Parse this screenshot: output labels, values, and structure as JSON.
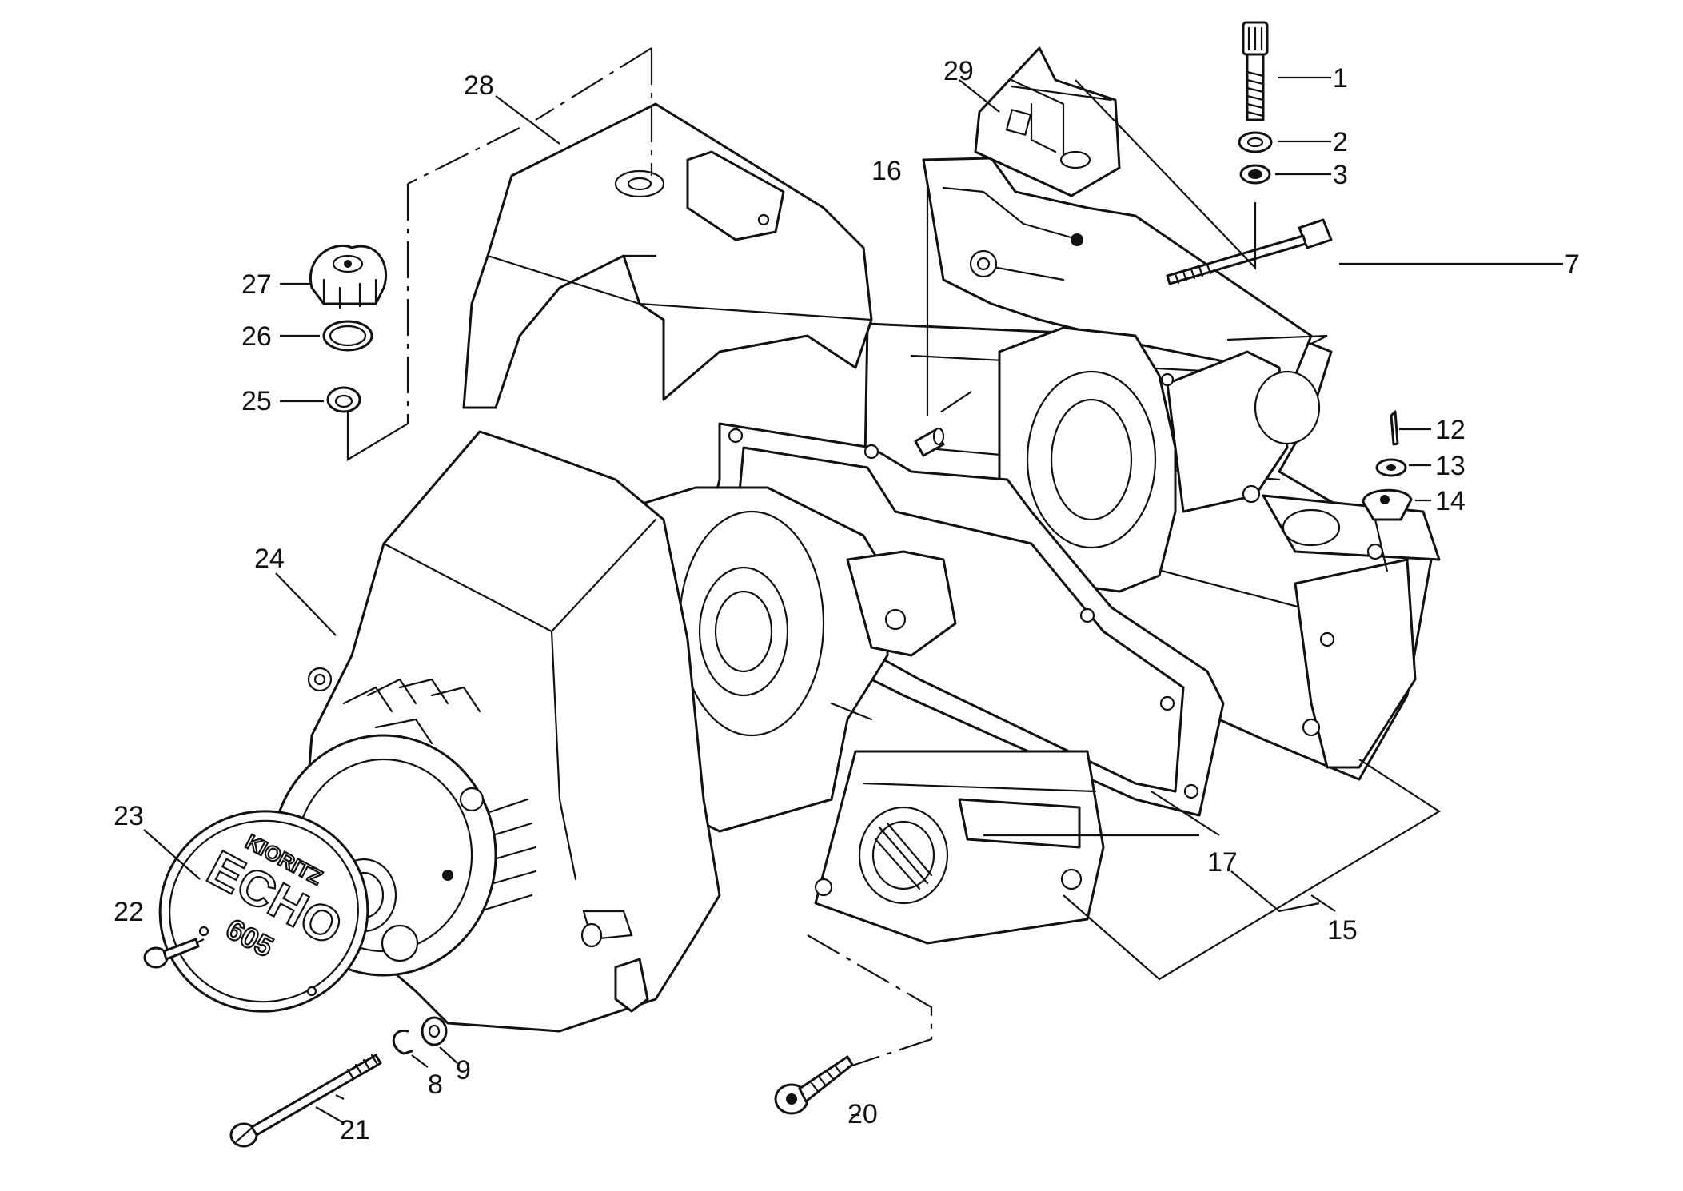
{
  "diagram": {
    "callouts": [
      {
        "id": "c1",
        "label": "1"
      },
      {
        "id": "c2",
        "label": "2"
      },
      {
        "id": "c3",
        "label": "3"
      },
      {
        "id": "c7",
        "label": "7"
      },
      {
        "id": "c8",
        "label": "8"
      },
      {
        "id": "c9",
        "label": "9"
      },
      {
        "id": "c12",
        "label": "12"
      },
      {
        "id": "c13",
        "label": "13"
      },
      {
        "id": "c14",
        "label": "14"
      },
      {
        "id": "c15",
        "label": "15"
      },
      {
        "id": "c16",
        "label": "16"
      },
      {
        "id": "c17",
        "label": "17"
      },
      {
        "id": "c20",
        "label": "20"
      },
      {
        "id": "c21",
        "label": "21"
      },
      {
        "id": "c22",
        "label": "22"
      },
      {
        "id": "c23",
        "label": "23"
      },
      {
        "id": "c24",
        "label": "24"
      },
      {
        "id": "c25",
        "label": "25"
      },
      {
        "id": "c26",
        "label": "26"
      },
      {
        "id": "c27",
        "label": "27"
      },
      {
        "id": "c28",
        "label": "28"
      },
      {
        "id": "c29",
        "label": "29"
      }
    ],
    "cover_lettering": {
      "maker": "KIORITZ",
      "brand": "ECHO",
      "model": "605"
    }
  }
}
